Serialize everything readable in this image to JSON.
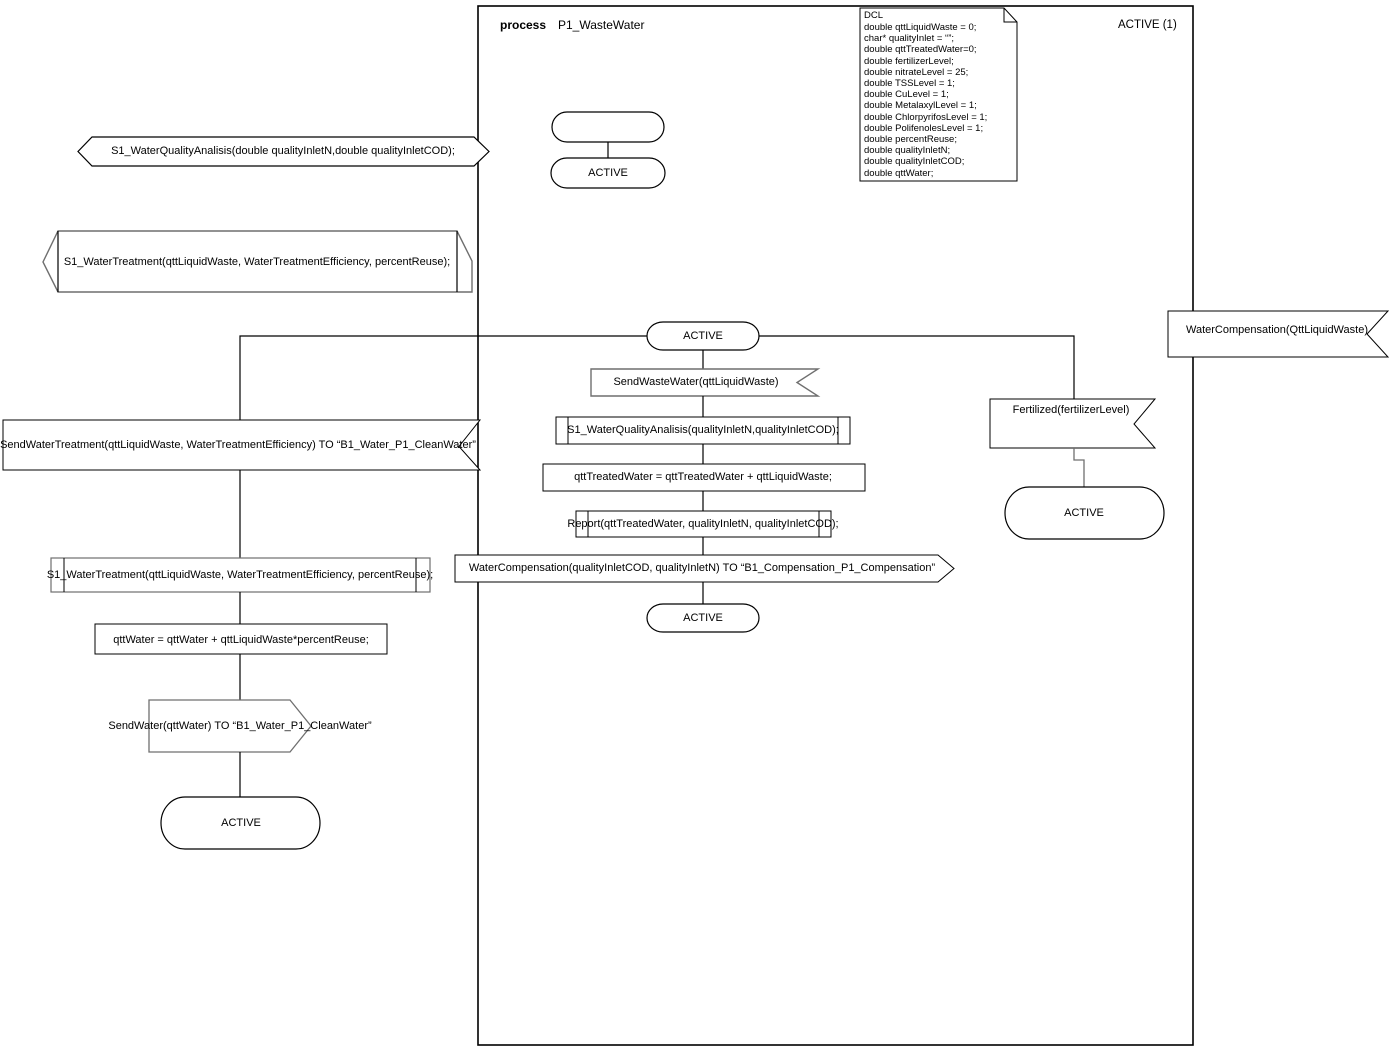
{
  "diagram": {
    "kind": "sdl-process-diagram",
    "title_keyword": "process",
    "title_name": "P1_WasteWater",
    "page_indicator": "ACTIVE  (1)",
    "colors": {
      "stroke": "#000000",
      "stroke_gray": "#6f6f6f",
      "background": "#ffffff",
      "text": "#000000"
    }
  },
  "declaration_block": {
    "name": "DCL",
    "header": "DCL",
    "lines": [
      "double qttLiquidWaste = 0;",
      "char* qualityInlet = “”;",
      "double qttTreatedWater=0;",
      "double fertilizerLevel;",
      "double nitrateLevel = 25;",
      "double TSSLevel = 1;",
      "double CuLevel = 1;",
      "double MetalaxylLevel = 1;",
      "double ChlorpyrifosLevel = 1;",
      "double PolifenolesLevel = 1;",
      "double percentReuse;",
      "double qualityInletN;",
      "double qualityInletCOD;",
      "double qttWater;"
    ]
  },
  "nodes": {
    "start_symbol": {
      "label": ""
    },
    "state_active_start": {
      "label": "ACTIVE"
    },
    "input_water_quality_analysis": {
      "label": "S1_WaterQualityAnalisis(double qualityInletN,double qualityInletCOD);"
    },
    "input_water_treatment": {
      "label": "S1_WaterTreatment(qttLiquidWaste, WaterTreatmentEfficiency, percentReuse);"
    },
    "state_active_main": {
      "label": "ACTIVE"
    },
    "output_send_waste_water": {
      "label": "SendWasteWater(qttLiquidWaste)"
    },
    "call_water_quality_analysis": {
      "label": "S1_WaterQualityAnalisis(qualityInletN,qualityInletCOD);"
    },
    "task_qtt_treated_water": {
      "label": "qttTreatedWater = qttTreatedWater + qttLiquidWaste;"
    },
    "call_report": {
      "label": "Report(qttTreatedWater, qualityInletN, qualityInletCOD);"
    },
    "output_water_compensation": {
      "label": "WaterCompensation(qualityInletCOD, qualityInletN) TO “B1_Compensation_P1_Compensation”"
    },
    "state_active_center_bottom": {
      "label": "ACTIVE"
    },
    "output_send_water_treatment": {
      "label": "SendWaterTreatment(qttLiquidWaste, WaterTreatmentEfficiency) TO “B1_Water_P1_CleanWater”"
    },
    "call_water_treatment": {
      "label": "S1_WaterTreatment(qttLiquidWaste, WaterTreatmentEfficiency, percentReuse);"
    },
    "task_qtt_water": {
      "label": "qttWater = qttWater + qttLiquidWaste*percentReuse;"
    },
    "output_send_water": {
      "label": "SendWater(qttWater) TO “B1_Water_P1_CleanWater”"
    },
    "state_active_left_bottom": {
      "label": "ACTIVE"
    },
    "input_fertilized": {
      "label": "Fertilized(fertilizerLevel)"
    },
    "state_active_right": {
      "label": "ACTIVE"
    },
    "input_water_compensation": {
      "label": "WaterCompensation(QttLiquidWaste)"
    }
  }
}
